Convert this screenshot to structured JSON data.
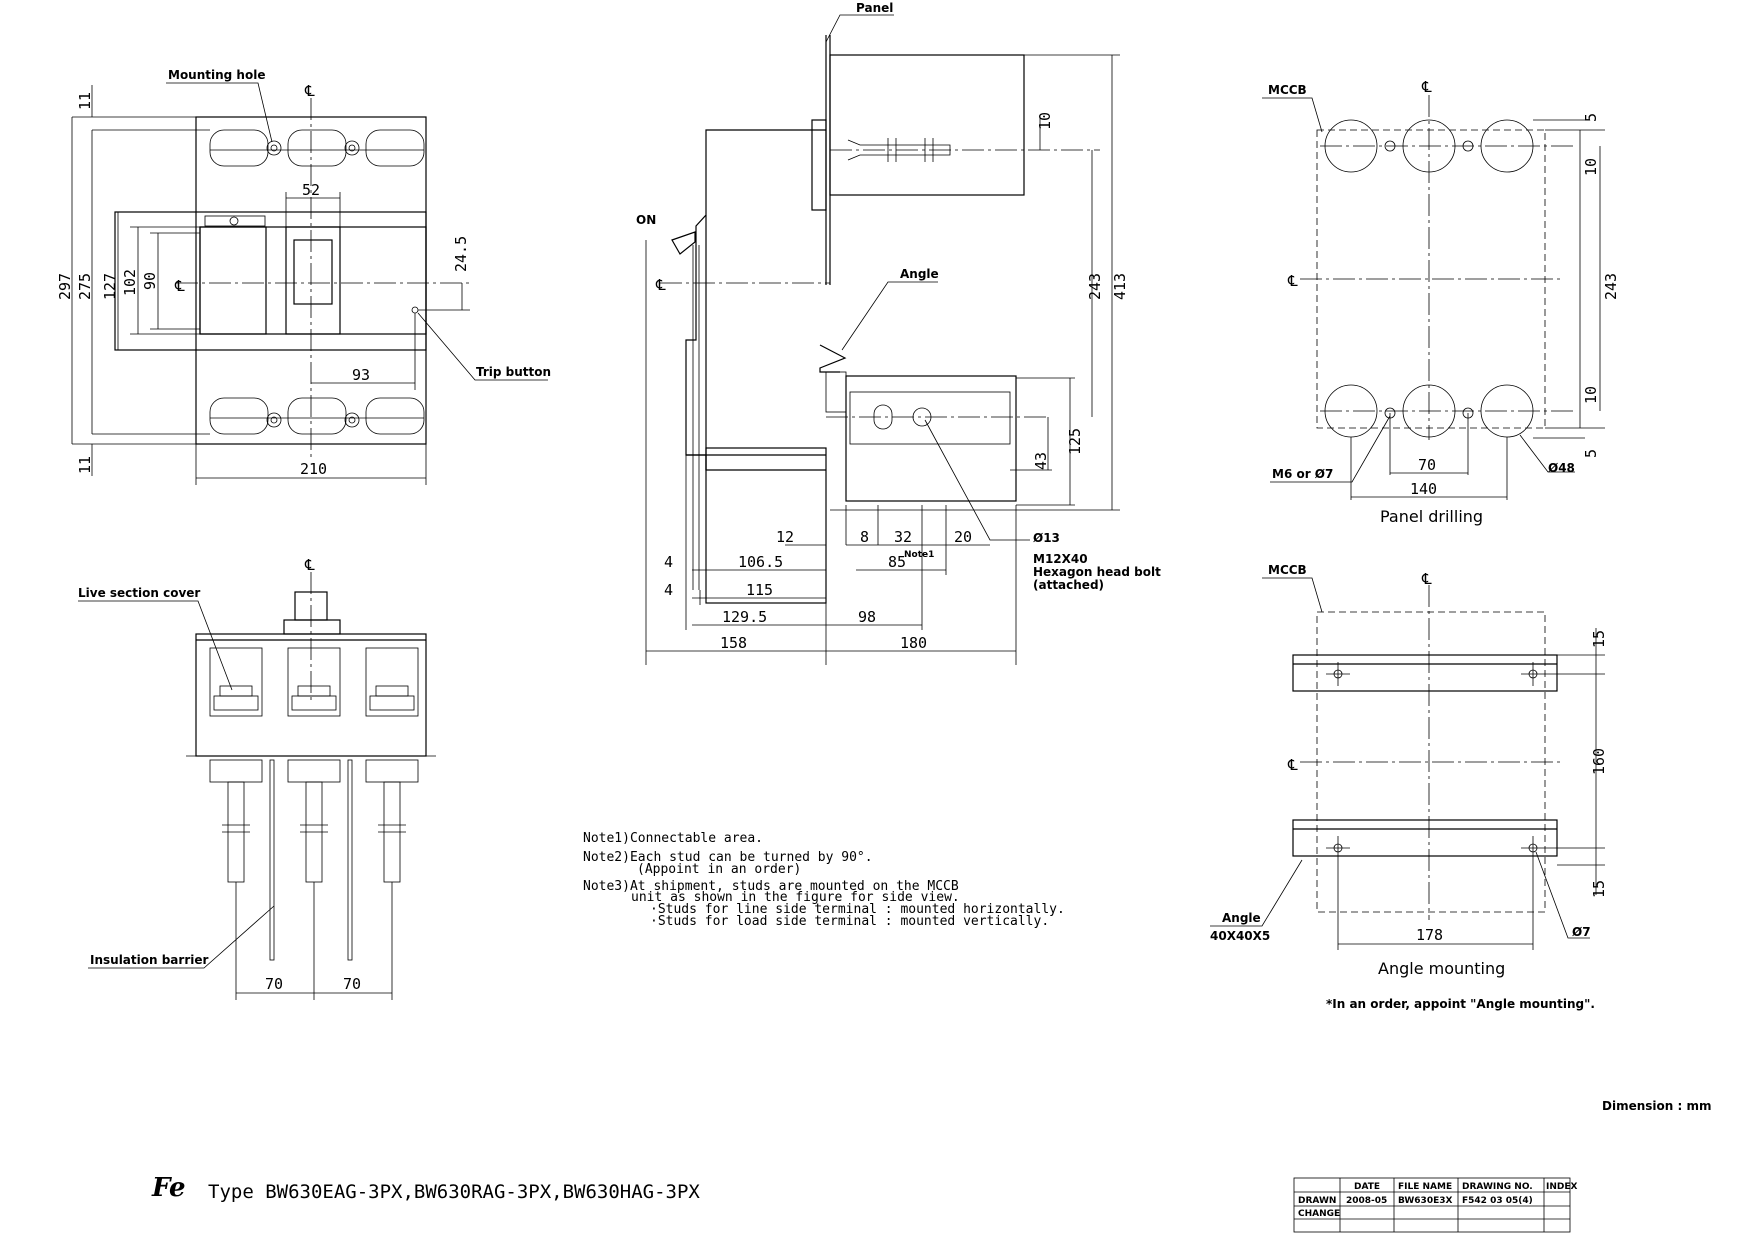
{
  "views": {
    "front": {
      "labels": {
        "mounting_hole": "Mounting hole",
        "trip_button": "Trip button",
        "centerline": "℄"
      },
      "dims": {
        "d297": "297",
        "d275": "275",
        "d127": "127",
        "d102": "102",
        "d90": "90",
        "d11a": "11",
        "d11b": "11",
        "d52": "52",
        "d24_5": "24.5",
        "d93": "93",
        "d210": "210"
      }
    },
    "bottom": {
      "labels": {
        "live_section_cover": "Live section cover",
        "insulation_barrier": "Insulation barrier",
        "centerline": "℄"
      },
      "dims": {
        "d70a": "70",
        "d70b": "70"
      }
    },
    "side": {
      "labels": {
        "panel": "Panel",
        "angle": "Angle",
        "on": "ON",
        "centerline": "℄",
        "bolt_dia": "Ø13",
        "bolt_spec": "M12X40",
        "bolt_desc": "Hexagon head bolt",
        "bolt_attached": "(attached)",
        "note1_tag": "Note1"
      },
      "dims": {
        "d10": "10",
        "d243": "243",
        "d413": "413",
        "d125": "125",
        "d43": "43",
        "d12": "12",
        "d8": "8",
        "d32": "32",
        "d20": "20",
        "d85": "85",
        "d4a": "4",
        "d4b": "4",
        "d106_5": "106.5",
        "d115": "115",
        "d129_5": "129.5",
        "d98": "98",
        "d158": "158",
        "d180": "180"
      }
    },
    "panel_drilling": {
      "caption": "Panel drilling",
      "labels": {
        "mccb": "MCCB",
        "hole": "M6 or Ø7",
        "dia": "Ø48",
        "centerline": "℄"
      },
      "dims": {
        "d5a": "5",
        "d10a": "10",
        "d243": "243",
        "d10b": "10",
        "d5b": "5",
        "d70": "70",
        "d140": "140"
      }
    },
    "angle_mounting": {
      "caption": "Angle mounting",
      "labels": {
        "mccb": "MCCB",
        "angle": "Angle",
        "angle_size": "40X40X5",
        "dia": "Ø7",
        "centerline": "℄"
      },
      "dims": {
        "d15a": "15",
        "d160": "160",
        "d15b": "15",
        "d178": "178"
      },
      "footnote": "*In an order, appoint \"Angle mounting\"."
    }
  },
  "notes": [
    "Note1)Connectable area.",
    "Note2)Each stud can be turned by 90°.",
    "(Appoint in an order)",
    "Note3)At shipment, studs are mounted on the MCCB",
    "unit as shown in the figure for side view.",
    "·Studs for line side terminal : mounted horizontally.",
    "·Studs for load side terminal : mounted vertically."
  ],
  "dimension_unit": "Dimension : mm",
  "logo_text": "Fe",
  "type_line": "Type  BW630EAG-3PX,BW630RAG-3PX,BW630HAG-3PX",
  "title_block": {
    "headers": [
      "DATE",
      "FILE NAME",
      "DRAWING NO.",
      "INDEX"
    ],
    "drawn_label": "DRAWN",
    "change_label": "CHANGE",
    "date": "2008-05",
    "file_name": "BW630E3X",
    "drawing_no": "F542 03 05(4)"
  }
}
